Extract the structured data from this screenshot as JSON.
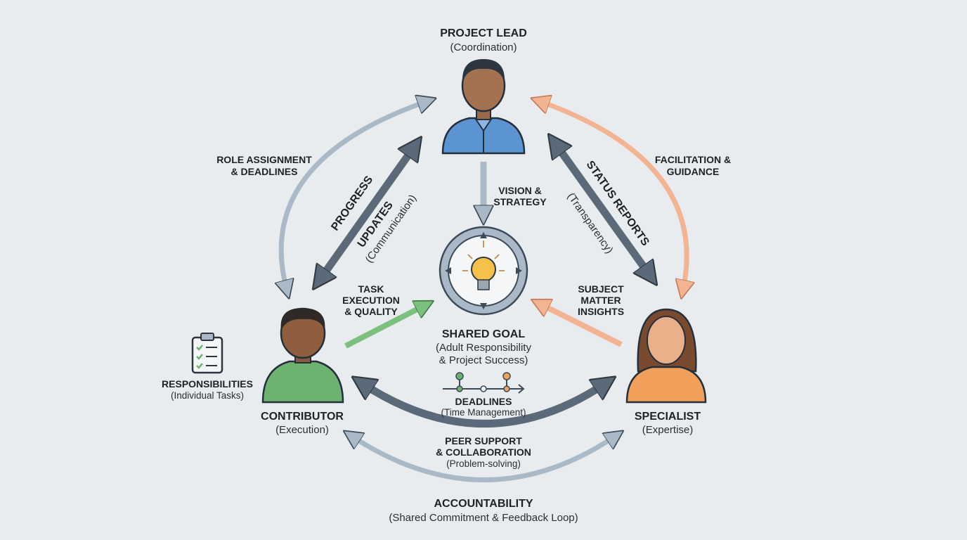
{
  "roles": {
    "lead": {
      "title": "PROJECT LEAD",
      "subtitle": "(Coordination)"
    },
    "contributor": {
      "title": "CONTRIBUTOR",
      "subtitle": "(Execution)"
    },
    "specialist": {
      "title": "SPECIALIST",
      "subtitle": "(Expertise)"
    }
  },
  "goal": {
    "title": "SHARED GOAL",
    "line1": "(Adult Responsibility",
    "line2": "& Project Success)"
  },
  "labels": {
    "role_assignment": [
      "ROLE ASSIGNMENT",
      "& DEADLINES"
    ],
    "facilitation": [
      "FACILITATION &",
      "GUIDANCE"
    ],
    "progress": "PROGRESS",
    "updates": "UPDATES",
    "communication": "(Communication)",
    "status_reports": "STATUS REPORTS",
    "transparency": "(Transparency)",
    "vision": [
      "VISION &",
      "STRATEGY"
    ],
    "task": [
      "TASK",
      "EXECUTION",
      "& QUALITY"
    ],
    "subject": [
      "SUBJECT",
      "MATTER",
      "INSIGHTS"
    ],
    "deadlines": {
      "title": "DEADLINES",
      "subtitle": "(Time Management)"
    },
    "peer": [
      "PEER SUPPORT",
      "& COLLABORATION",
      "(Problem-solving)"
    ],
    "responsibilities": {
      "title": "RESPONSIBILITIES",
      "subtitle": "(Individual Tasks)"
    },
    "accountability": {
      "title": "ACCOUNTABILITY",
      "subtitle": "(Shared Commitment & Feedback Loop)"
    }
  },
  "colors": {
    "lead": "#5b93d3",
    "contributor": "#6db36f",
    "specialist": "#f0a05a",
    "dark_arrow": "#5b6a79",
    "light_arrow": "#aab9c7",
    "orange_arrow": "#f2b493",
    "green_arrow": "#7cc07d"
  },
  "icons": [
    "person-icon",
    "lightbulb-icon",
    "clipboard-checklist-icon",
    "timeline-icon"
  ]
}
